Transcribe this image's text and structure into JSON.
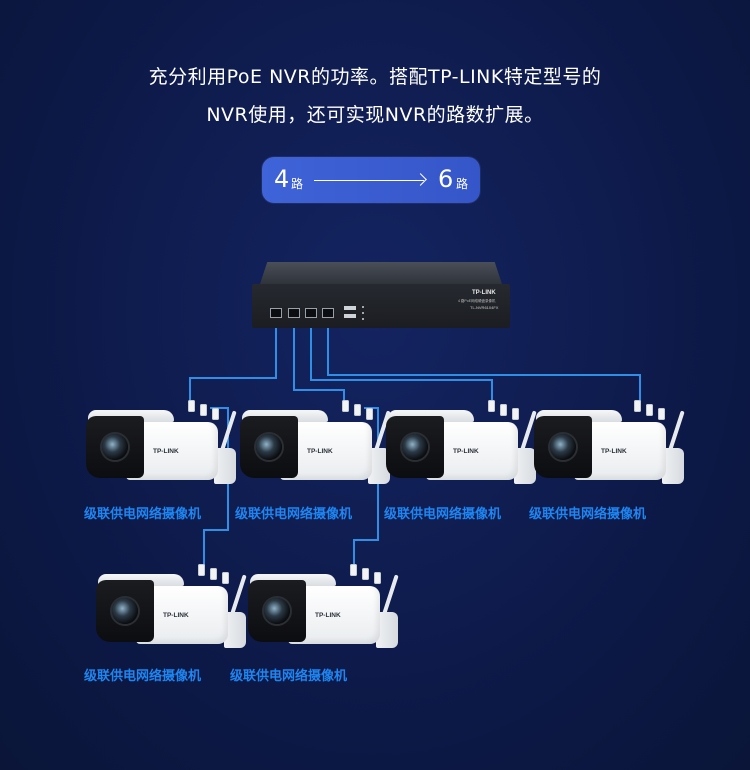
{
  "headline": {
    "line1": "充分利用PoE NVR的功率。搭配TP-LINK特定型号的",
    "line2": "NVR使用，还可实现NVR的路数扩展。"
  },
  "channel_expansion": {
    "from_number": "4",
    "from_unit": "路",
    "to_number": "6",
    "to_unit": "路"
  },
  "nvr": {
    "brand": "TP-LINK",
    "description": "4 路PoE网络硬盘录像机",
    "model": "TL-NVR6104FX"
  },
  "cameras": [
    {
      "logo": "TP-LINK",
      "label": "级联供电网络摄像机"
    },
    {
      "logo": "TP-LINK",
      "label": "级联供电网络摄像机"
    },
    {
      "logo": "TP-LINK",
      "label": "级联供电网络摄像机"
    },
    {
      "logo": "TP-LINK",
      "label": "级联供电网络摄像机"
    },
    {
      "logo": "TP-LINK",
      "label": "级联供电网络摄像机"
    },
    {
      "logo": "TP-LINK",
      "label": "级联供电网络摄像机"
    }
  ],
  "colors": {
    "background": "#0d1a4a",
    "pill": "#3f63d8",
    "wire": "#2f8fe6",
    "label": "#1e86f2"
  }
}
